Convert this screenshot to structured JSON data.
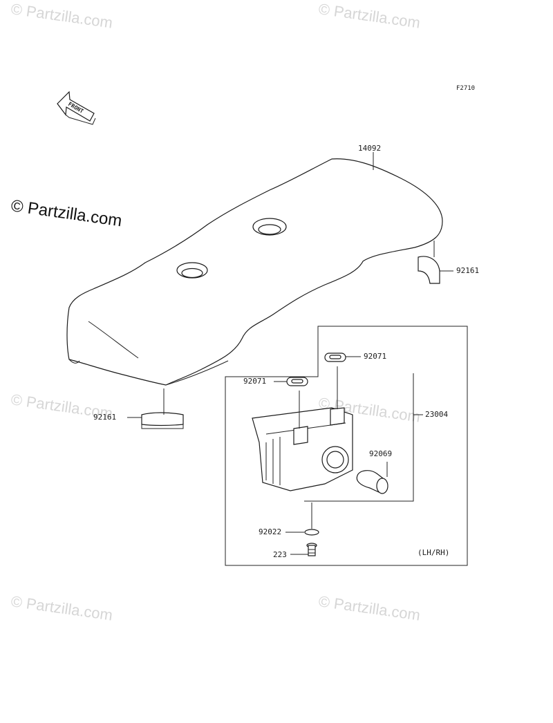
{
  "diagram": {
    "figure_code": "F2710",
    "front_label": "FRONT",
    "variant_note": "(LH/RH)",
    "parts": {
      "seat": "14092",
      "clip_top": "92161",
      "clip_bottom": "92161",
      "grommet_right": "92071",
      "grommet_left": "92071",
      "lamp_assembly": "23004",
      "bulb": "92069",
      "washer": "92022",
      "screw": "223"
    }
  },
  "watermarks": {
    "main": "© Partzilla.com",
    "faint": "© Partzilla.com"
  },
  "colors": {
    "line": "#1a1a1a",
    "watermark_faint": "#d6d6d6",
    "background": "#ffffff"
  }
}
